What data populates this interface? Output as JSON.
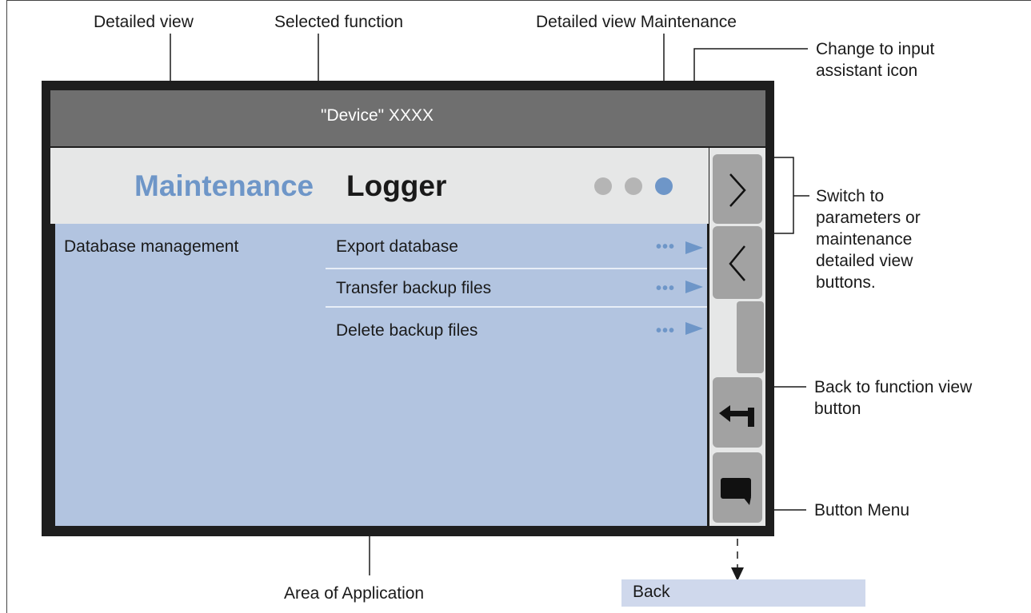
{
  "callouts": {
    "detailed_view": "Detailed view",
    "selected_function": "Selected function",
    "detailed_view_maintenance": "Detailed view Maintenance",
    "change_input_assistant": "Change to input assistant icon",
    "switch_buttons": "Switch to parameters or maintenance detailed view buttons.",
    "back_to_function": "Back to function view button",
    "button_menu": "Button Menu",
    "area_of_application": "Area of Application"
  },
  "device": {
    "title": "\"Device\" XXXX",
    "function_name": "Maintenance",
    "detail_name": "Logger"
  },
  "page_dots": {
    "count": 3,
    "active_index": 3
  },
  "application": {
    "section_label": "Database management",
    "rows": [
      {
        "label": "Export database"
      },
      {
        "label": "Transfer backup files"
      },
      {
        "label": "Delete backup files"
      }
    ]
  },
  "side_buttons": {
    "next_icon": "chevron-right-icon",
    "prev_icon": "chevron-left-icon",
    "back_icon": "return-arrow-icon",
    "menu_icon": "speech-bubble-icon"
  },
  "menu_popup": {
    "label": "Back"
  },
  "colors": {
    "accent": "#6e96c8",
    "title_bar": "#6f6f6f",
    "application_area": "#b2c4e0",
    "button": "#a2a2a2"
  }
}
